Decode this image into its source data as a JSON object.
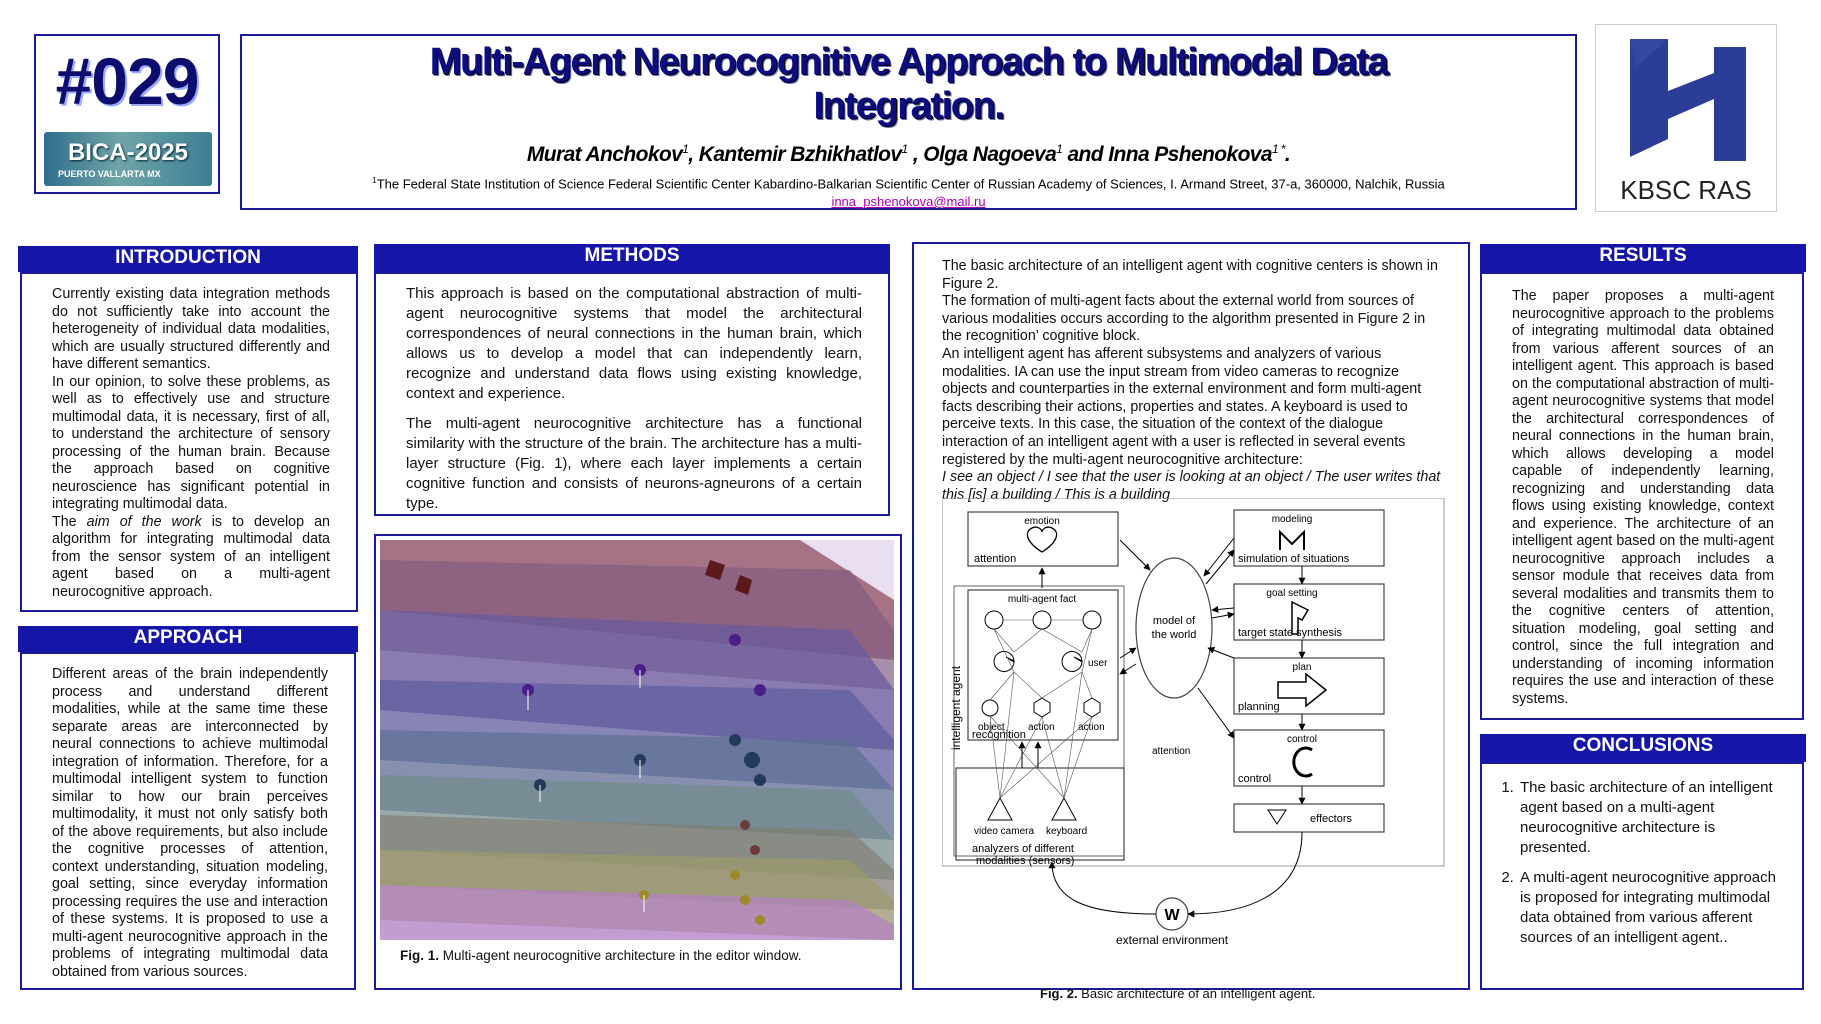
{
  "badge": {
    "number": "#029",
    "conference_logo_main": "BICA-2025",
    "conference_logo_sub": "PUERTO VALLARTA MX"
  },
  "header": {
    "title_line1": "Multi-Agent Neurocognitive Approach to Multimodal Data",
    "title_line2": "Integration.",
    "authors": [
      {
        "name": "Murat Anchokov",
        "sup": "1",
        "sep": ", "
      },
      {
        "name": "Kantemir Bzhikhatlov",
        "sup": "1",
        "sep": " , "
      },
      {
        "name": "Olga Nagoeva",
        "sup": "1",
        "sep": " and "
      },
      {
        "name": "Inna Pshenokova",
        "sup": "1 *",
        "sep": "."
      }
    ],
    "affiliation_sup": "1",
    "affiliation": "The Federal State Institution of Science Federal Scientific Center Kabardino-Balkarian Scientific Center of Russian Academy of Sciences, I. Armand Street, 37-a, 360000, Nalchik, Russia",
    "email": "inna_pshenokova@mail.ru"
  },
  "logo": {
    "text": "KBSC RAS"
  },
  "introduction": {
    "heading": "INTRODUCTION",
    "p1": "Currently existing data integration methods do not sufficiently take into account the heterogeneity of individual data modalities, which are usually structured differently and have different semantics.",
    "p2": "In our opinion, to solve these problems, as well as to effectively use and structure multimodal data, it is necessary, first of all, to understand the architecture of sensory processing of the human brain. Because the approach based on cognitive neuroscience has significant potential in integrating multimodal data.",
    "p3_pre": "The ",
    "p3_em": "aim of the work",
    "p3_post": " is to develop an algorithm for integrating multimodal data from the sensor system of an intelligent agent based on a multi-agent neurocognitive approach."
  },
  "approach": {
    "heading": "APPROACH",
    "text": "Different areas of the brain independently process and understand different modalities, while at the same time these separate areas are interconnected by neural connections to achieve multimodal integration of information. Therefore, for a multimodal intelligent system to function similar to how our brain perceives multimodality, it must not only satisfy both of the above requirements, but also include the cognitive processes of attention, context understanding, situation modeling, goal setting, since everyday information processing requires the use and interaction of these systems. It is proposed to use a multi-agent neurocognitive approach in the problems of integrating multimodal data obtained from various sources."
  },
  "methods": {
    "heading": "METHODS",
    "p1": "This approach is based on the computational abstraction of multi-agent neurocognitive systems that model the architectural correspondences of neural connections in the human brain, which allows us to develop a model that can independently learn, recognize and understand data flows using existing knowledge, context and experience.",
    "p2": "The multi-agent neurocognitive architecture has a functional similarity with the structure of the brain. The architecture has a multi-layer structure (Fig. 1), where each layer implements a certain cognitive function and consists of neurons-agneurons of a certain type."
  },
  "figure1": {
    "caption_label": "Fig. 1.",
    "caption_text": " Multi-agent neurocognitive architecture in the editor window."
  },
  "middle": {
    "p1": "The basic architecture of an intelligent agent with cognitive centers is shown in Figure 2.",
    "p2": "The formation of multi-agent facts about the external world from sources of various modalities occurs according to the algorithm presented in Figure 2 in the recognition’ cognitive block.",
    "p3": "An intelligent agent has afferent subsystems and analyzers of various modalities. IA can use the input stream from video cameras to recognize objects and counterparties in the external environment and form multi-agent facts describing their actions, properties and states. A keyboard is used to perceive texts. In this case, the situation of the context of the dialogue interaction of an intelligent agent with a user is reflected in several events registered by the multi-agent neurocognitive architecture:",
    "p4_italic": "I see an object / I see that the user is looking at an object / The user writes that this [is] a building / This is a building"
  },
  "figure2": {
    "emotion": "emotion",
    "attention": "attention",
    "multi_agent_fact": "multi-agent fact",
    "user": "user",
    "object": "object",
    "action": "action",
    "recognition": "recognition",
    "intelligent_agent": "intelligent agent",
    "model_of_the_world_1": "model of",
    "model_of_the_world_2": "the world",
    "modeling": "modeling",
    "simulation": "simulation of situations",
    "goal_setting": "goal setting",
    "target_state": "target state synthesis",
    "plan": "plan",
    "planning": "planning",
    "control": "control",
    "attention_mid": "attention",
    "video_camera": "video camera",
    "keyboard": "keyboard",
    "analyzers_1": "analyzers of different",
    "analyzers_2": "modalities (sensors)",
    "effectors": "effectors",
    "w": "W",
    "external_environment": "external environment",
    "caption_label": "Fig. 2.",
    "caption_text": " Basic architecture of an intelligent agent."
  },
  "results": {
    "heading": "RESULTS",
    "text": "The paper proposes a multi-agent neurocognitive approach to the problems of integrating multimodal data obtained from various afferent sources of an intelligent agent. This approach is based on the computational abstraction of multi-agent neurocognitive systems that model the architectural correspondences of neural connections in the human brain, which allows developing a model capable of independently learning, recognizing and understanding data flows using existing knowledge, context and experience. The architecture of an intelligent agent based on the multi-agent neurocognitive approach includes a sensor module that receives data from several modalities and transmits them to the cognitive centers of attention, situation modeling, goal setting and control, since the full integration and understanding of incoming information requires the use and interaction of these systems."
  },
  "conclusions": {
    "heading": "CONCLUSIONS",
    "items": [
      "The basic architecture of an intelligent agent based on a multi-agent neurocognitive architecture is presented.",
      "A multi-agent neurocognitive approach is proposed for integrating multimodal data obtained from various afferent sources of an intelligent agent.."
    ]
  },
  "colors": {
    "border": "#1a1a9c",
    "header_bg": "#1515a8",
    "title": "#0d0d80",
    "email": "#b000b0",
    "logo_blue": "#2b3d96"
  },
  "icons": {
    "logo": "kbsc-logo-icon",
    "emotion": "heart-icon",
    "modeling": "brain-m-icon",
    "goal": "flag-shape-icon",
    "plan": "arrow-right-icon",
    "control": "c-shape-icon",
    "effectors": "triangle-down-icon",
    "sensors": "triangle-up-icon"
  }
}
